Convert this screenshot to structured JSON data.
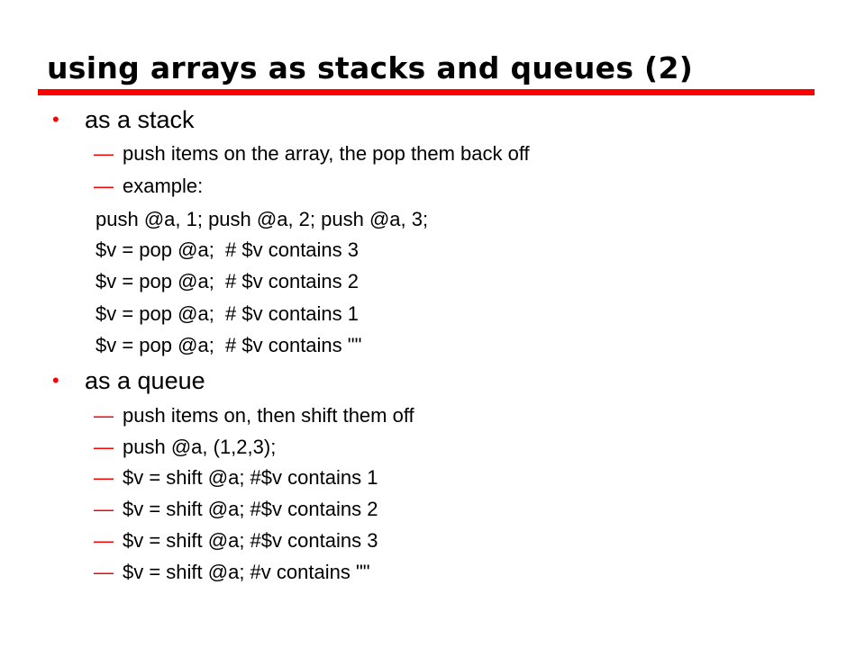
{
  "slide": {
    "title": "using arrays as stacks and queues (2)",
    "colors": {
      "accent": "#ff0000",
      "text": "#000000",
      "background": "#ffffff"
    },
    "bullet_glyph": "•",
    "dash_glyph": "—",
    "sections": [
      {
        "heading": "as a stack",
        "items": [
          "push items on the array, the pop them back off",
          "example:"
        ],
        "code": [
          "push @a, 1; push @a, 2; push @a, 3;",
          "$v = pop @a;  # $v contains 3",
          "$v = pop @a;  # $v contains 2",
          "$v = pop @a;  # $v contains 1",
          "$v = pop @a;  # $v contains \"\""
        ]
      },
      {
        "heading": "as a queue",
        "items": [
          "push items on, then shift them off",
          "push @a, (1,2,3);",
          "$v = shift @a; #$v contains 1",
          "$v = shift @a; #$v contains 2",
          "$v = shift @a; #$v contains 3",
          "$v = shift @a; #v contains \"\""
        ]
      }
    ]
  }
}
